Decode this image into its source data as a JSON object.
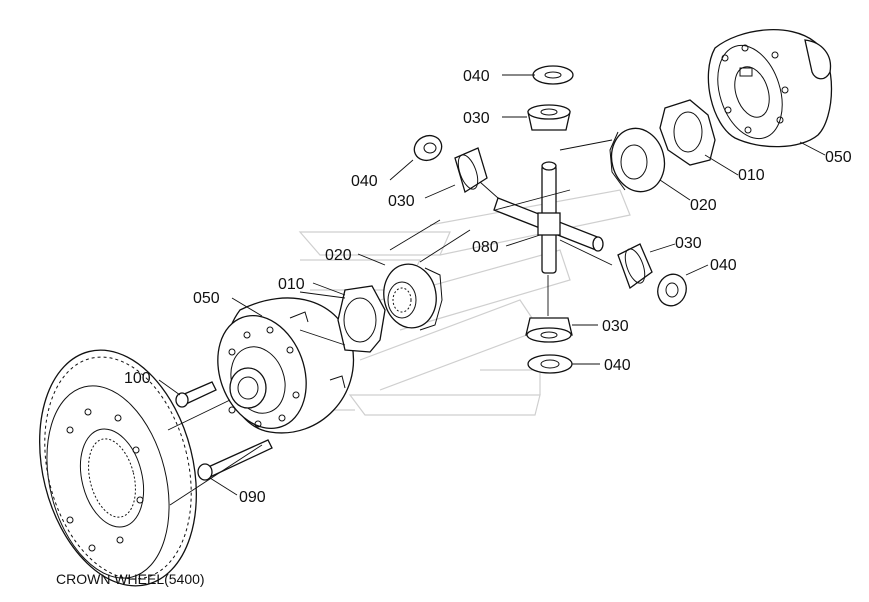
{
  "labels": {
    "washer_top": "040",
    "pinion_top": "030",
    "washer_left": "040",
    "pinion_left": "030",
    "side_gear_right": "020",
    "shim_right": "010",
    "case_right": "050",
    "pin": "080",
    "side_gear_left": "020",
    "shim_left": "010",
    "case_left": "050",
    "pinion_right": "030",
    "washer_right": "040",
    "pinion_bottom": "030",
    "washer_bottom": "040",
    "bolt_short": "100",
    "bolt_long": "090"
  },
  "caption": "CROWN WHEEL(5400)"
}
